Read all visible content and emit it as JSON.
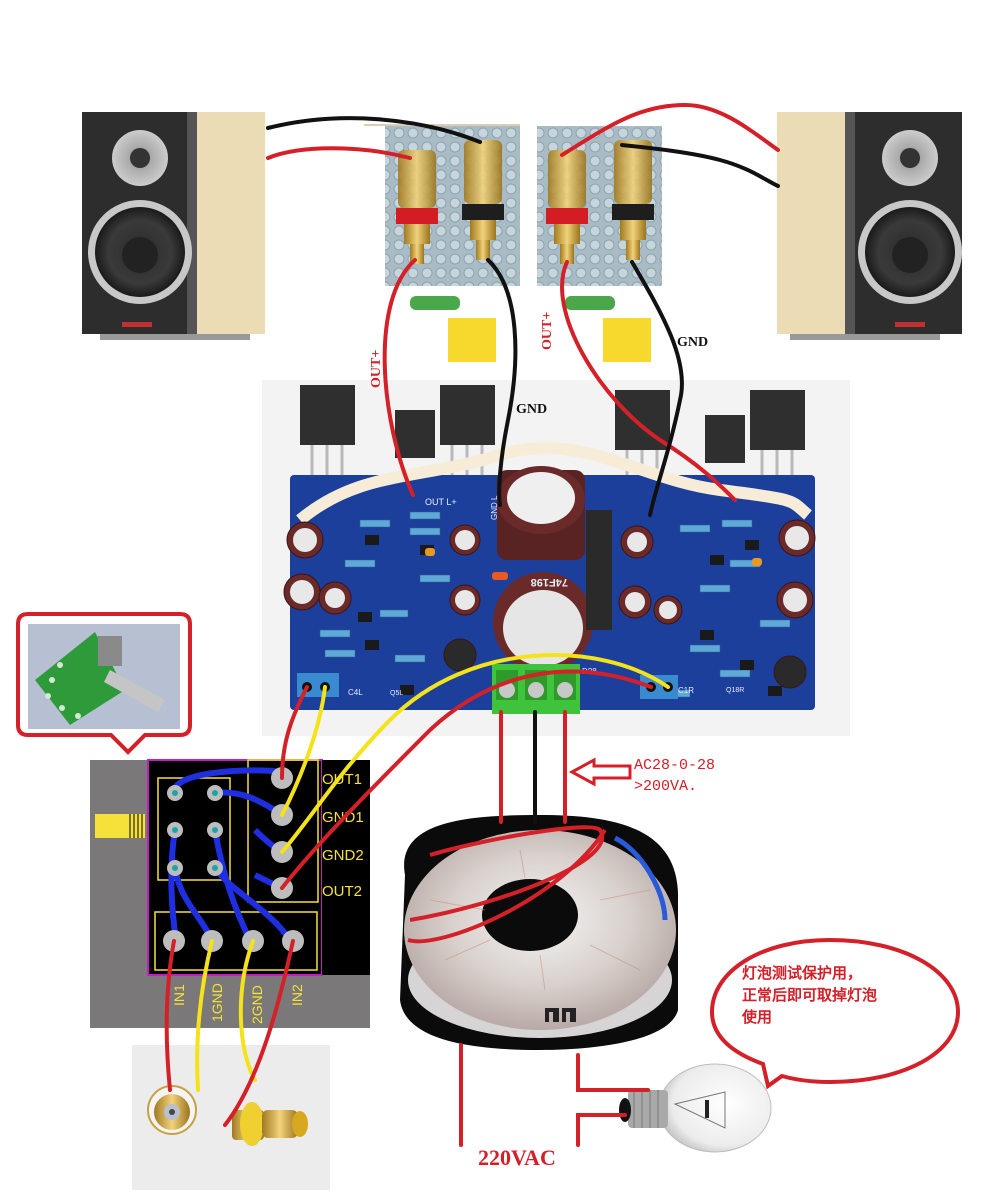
{
  "title": "Amplifier board wiring diagram",
  "colors": {
    "wire_red": "#d42028",
    "wire_black": "#111111",
    "wire_yellow": "#f4e21a",
    "pcb_blue": "#1c3f9c",
    "terminal_green": "#3fc33a",
    "pcb_silk_yellow": "#f5e13a",
    "pcb_magenta": "#c020c0"
  },
  "speakers": {
    "left": {
      "name": "Left speaker"
    },
    "right": {
      "name": "Right speaker"
    }
  },
  "output_labels": {
    "left_out": "OUT+",
    "left_gnd": "GND",
    "right_out": "OUT+",
    "right_gnd": "GND"
  },
  "amp_board": {
    "silk_out_l": "OUT L+",
    "silk_gnd_l": "GND L",
    "silk_cap": "74F198",
    "silk_d28": "D28",
    "silk_c4l": "C4L",
    "silk_c1r": "C1R",
    "silk_q5l": "Q5L",
    "silk_q18r": "Q18R"
  },
  "power_note": {
    "line1": "AC28-0-28",
    "line2": ">200VA."
  },
  "mains_label": "220VAC",
  "bulb_note": {
    "line1": "灯泡测试保护用，",
    "line2": "正常后即可取掉灯泡",
    "line3": "使用"
  },
  "volume_pcb": {
    "right_pins": [
      "OUT1",
      "GND1",
      "GND2",
      "OUT2"
    ],
    "bottom_pins": [
      "IN1",
      "1GND",
      "2GND",
      "IN2"
    ]
  }
}
